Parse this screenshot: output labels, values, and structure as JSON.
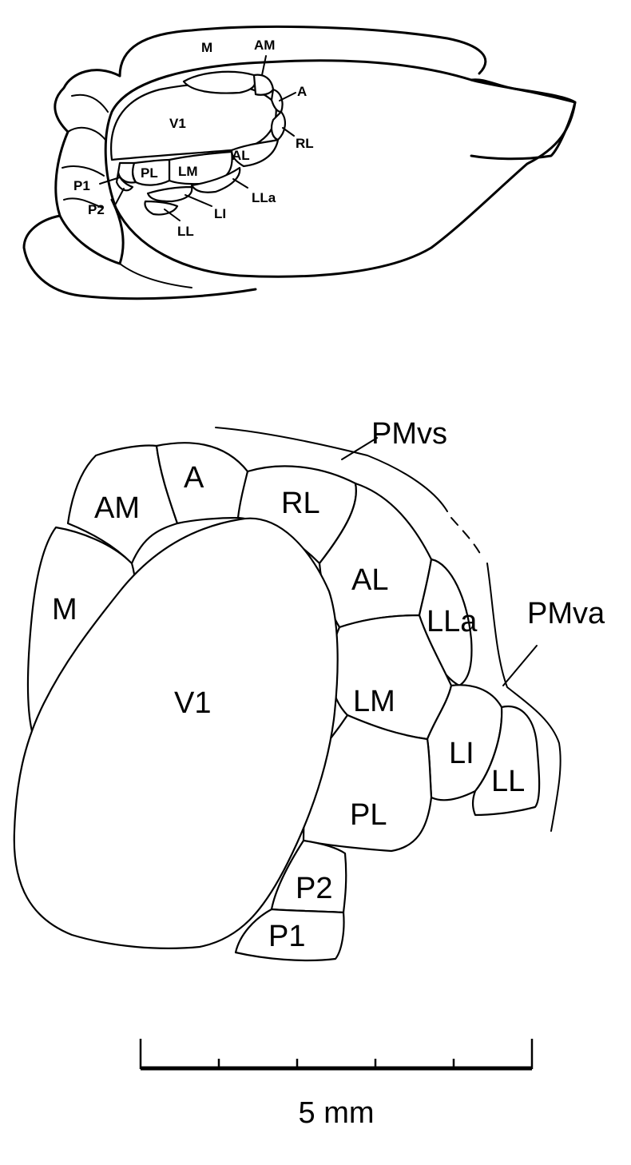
{
  "top_view": {
    "labels": {
      "M": "M",
      "AM": "AM",
      "A": "A",
      "V1": "V1",
      "RL": "RL",
      "AL": "AL",
      "PL": "PL",
      "LM": "LM",
      "P1": "P1",
      "P2": "P2",
      "LLa": "LLa",
      "LI": "LI",
      "LL": "LL"
    }
  },
  "flat_map": {
    "labels": {
      "PMvs": "PMvs",
      "A": "A",
      "AM": "AM",
      "RL": "RL",
      "M": "M",
      "AL": "AL",
      "LLa": "LLa",
      "PMva": "PMva",
      "V1": "V1",
      "LM": "LM",
      "LI": "LI",
      "LL": "LL",
      "PL": "PL",
      "P2": "P2",
      "P1": "P1"
    }
  },
  "scale_bar": {
    "label": "5 mm"
  }
}
